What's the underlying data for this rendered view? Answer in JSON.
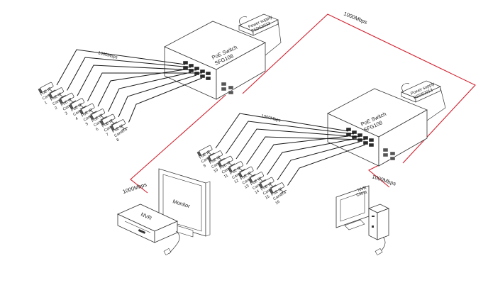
{
  "switch_a": {
    "name": "PoE Switch",
    "model": "SFG108"
  },
  "switch_b": {
    "name": "PoE Switch",
    "model": "SFG108"
  },
  "power_supply_a": {
    "line1": "Power supply",
    "line2": "PSD52013"
  },
  "power_supply_b": {
    "line1": "Power supply",
    "line2": "PSD52013"
  },
  "links": {
    "uplink": "1000Mbps",
    "group_a": "1000Mbps",
    "group_b": "1000Mbps",
    "to_nvr": "1000Mbps",
    "to_client": "1000Mbps"
  },
  "nvr": {
    "label": "NVR"
  },
  "monitor": {
    "label": "Monitor"
  },
  "client": {
    "line1": "NVR",
    "line2": "Client"
  },
  "camera_group_a": [
    {
      "line1": "PoE IP",
      "line2": "Camera",
      "num": "1"
    },
    {
      "line1": "PoE IP",
      "line2": "Camera",
      "num": "2"
    },
    {
      "line1": "PoE IP",
      "line2": "Camera",
      "num": "3"
    },
    {
      "line1": "PoE IP",
      "line2": "Camera",
      "num": "4"
    },
    {
      "line1": "PoE IP",
      "line2": "Camera",
      "num": "5"
    },
    {
      "line1": "PoE IP",
      "line2": "Camera",
      "num": "6"
    },
    {
      "line1": "PoE IP",
      "line2": "Camera",
      "num": "7"
    },
    {
      "line1": "PoE IP",
      "line2": "Camera",
      "num": "8"
    }
  ],
  "camera_group_b": [
    {
      "line1": "PoE IP",
      "line2": "Camera",
      "num": "9"
    },
    {
      "line1": "PoE IP",
      "line2": "Camera",
      "num": "10"
    },
    {
      "line1": "PoE IP",
      "line2": "Camera",
      "num": "11"
    },
    {
      "line1": "PoE IP",
      "line2": "Camera",
      "num": "12"
    },
    {
      "line1": "PoE IP",
      "line2": "Camera",
      "num": "13"
    },
    {
      "line1": "PoE IP",
      "line2": "Camera",
      "num": "14"
    },
    {
      "line1": "PoE IP",
      "line2": "Camera",
      "num": "15"
    },
    {
      "line1": "PoE IP",
      "line2": "Camera",
      "num": "16"
    }
  ],
  "colors": {
    "uplink_cable": "#d2202e",
    "poe_cable": "#1a1a1a",
    "outline": "#333333"
  }
}
